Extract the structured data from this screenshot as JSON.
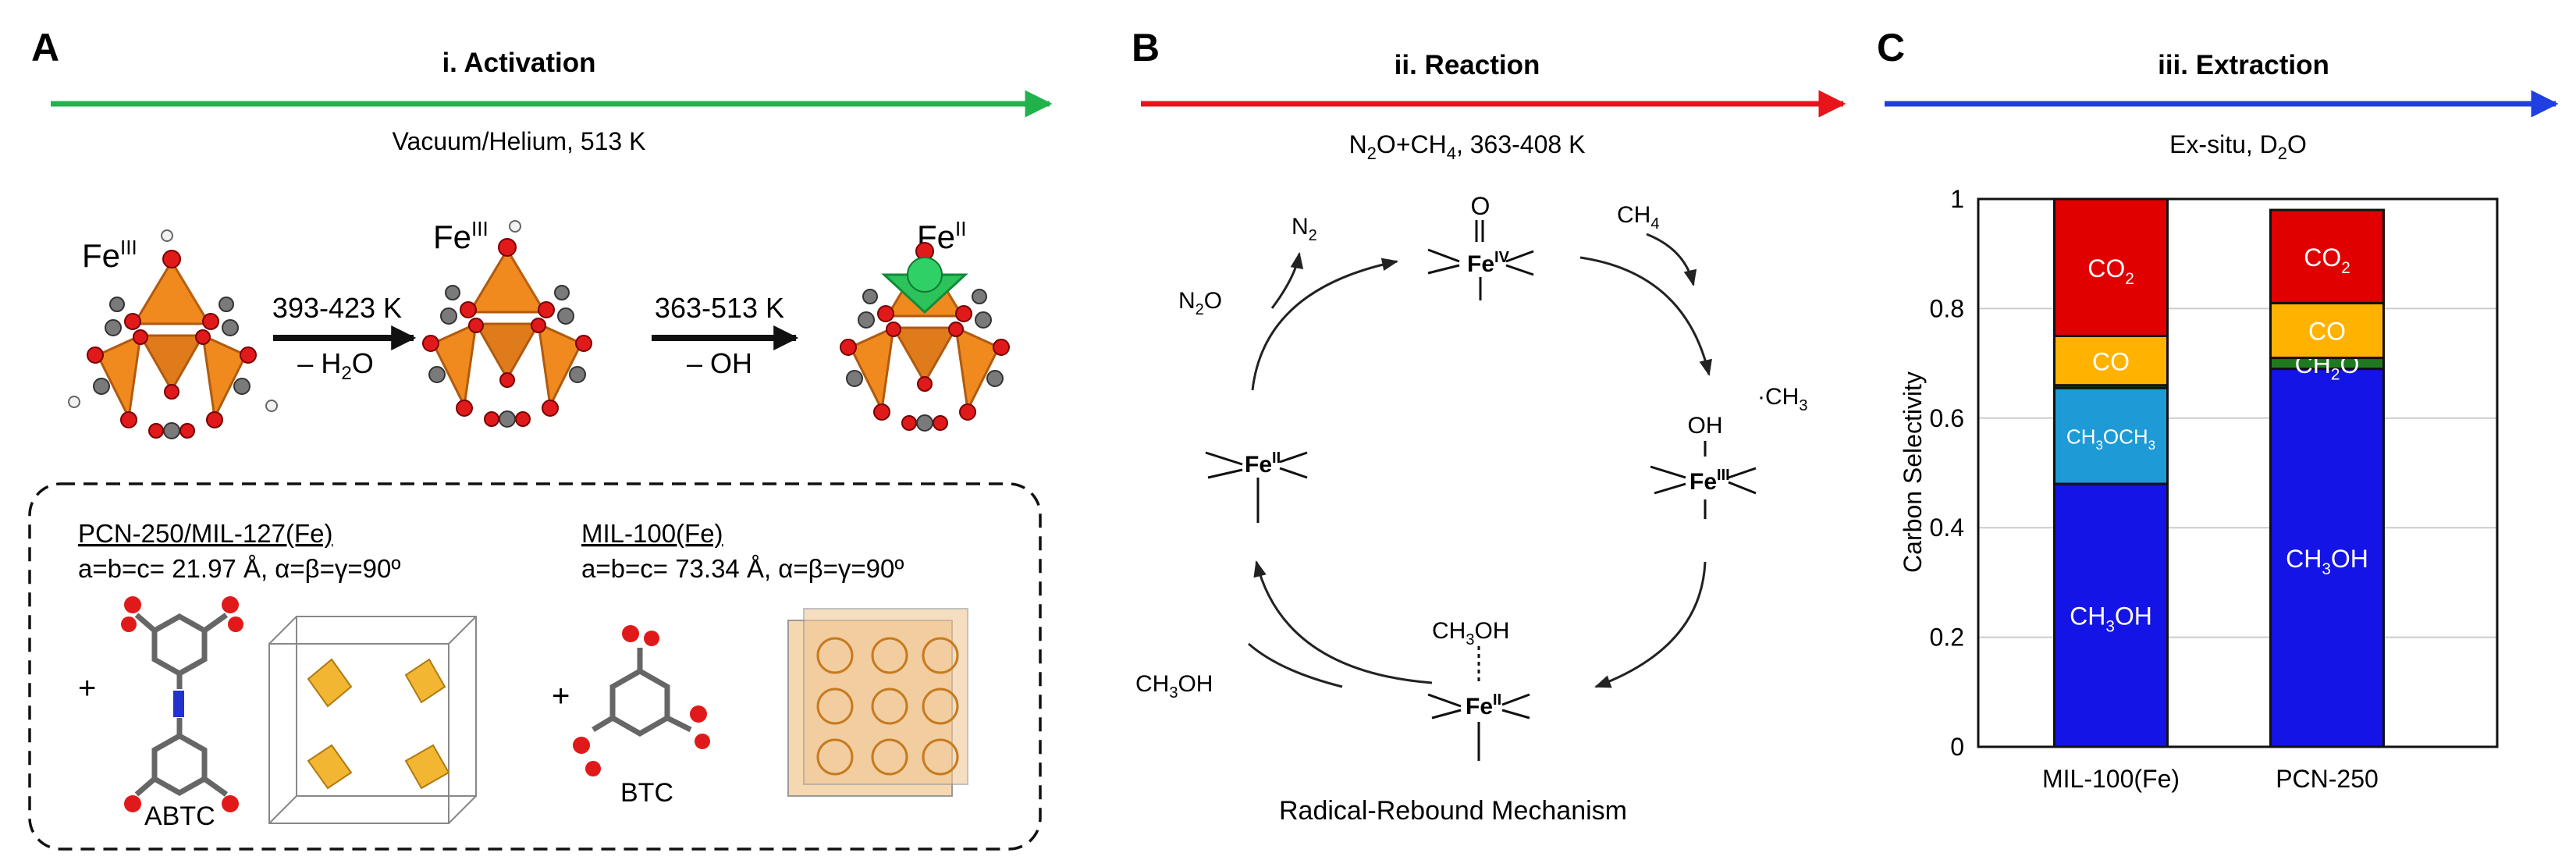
{
  "panels": {
    "a": {
      "letter": "A",
      "step": "i. Activation",
      "condition": "Vacuum/Helium, 513 K",
      "arrow_color": "#22b24c",
      "state1": {
        "fe": "Fe",
        "ox": "III"
      },
      "state2": {
        "fe": "Fe",
        "ox": "III"
      },
      "state3": {
        "fe": "Fe",
        "ox": "II"
      },
      "step1": {
        "temp": "393-423 K",
        "loss": "– H",
        "loss_sub": "2",
        "loss_end": "O"
      },
      "step2": {
        "temp": "363-513 K",
        "loss": "– OH"
      },
      "mof1": {
        "name": "PCN-250/MIL-127(Fe)",
        "cell": "a=b=c= 21.97 Å, α=β=γ=90º",
        "linker": "ABTC"
      },
      "mof2": {
        "name": "MIL-100(Fe)",
        "cell": "a=b=c= 73.34 Å, α=β=γ=90º",
        "linker": "BTC"
      },
      "plus": "+"
    },
    "b": {
      "letter": "B",
      "step": "ii. Reaction",
      "condition_pre": "N",
      "condition_sub1": "2",
      "condition_mid": "O+CH",
      "condition_sub2": "4",
      "condition_post": ", 363-408 K",
      "arrow_color": "#e8141c",
      "n2": "N",
      "n2_sub": "2",
      "n2o": "N",
      "n2o_sub": "2",
      "n2o_end": "O",
      "ch4": "CH",
      "ch4_sub": "4",
      "ch3_radical": "·CH",
      "ch3_sub": "3",
      "oxo_O": "O",
      "fe_iv": "Fe",
      "fe_iv_ox": "IV",
      "oh": "OH",
      "fe_iii": "Fe",
      "fe_iii_ox": "III",
      "ch3oh_bound": "CH",
      "ch3oh_bound_sub": "3",
      "ch3oh_bound_end": "OH",
      "fe_ii_bottom": "Fe",
      "fe_ii_bottom_ox": "II",
      "ch3oh_free": "CH",
      "ch3oh_free_sub": "3",
      "ch3oh_free_end": "OH",
      "fe_ii_left": "Fe",
      "fe_ii_left_ox": "II",
      "mechanism": "Radical-Rebound Mechanism"
    },
    "c": {
      "letter": "C",
      "step": "iii. Extraction",
      "condition_pre": "Ex-situ, D",
      "condition_sub": "2",
      "condition_post": "O",
      "arrow_color": "#1f3fe0"
    }
  },
  "chart_data": {
    "type": "bar",
    "stacked": true,
    "categories": [
      "MIL-100(Fe)",
      "PCN-250"
    ],
    "ylabel": "Carbon Selectivity",
    "ylim": [
      0,
      1
    ],
    "yticks": [
      "0",
      "0.2",
      "0.4",
      "0.6",
      "0.8",
      "1"
    ],
    "grid": true,
    "series": [
      {
        "name": "CH3OH",
        "label": "CH",
        "sub": "3",
        "end": "OH",
        "color": "#1414e6",
        "values": [
          0.48,
          0.69
        ]
      },
      {
        "name": "CH3OCH3",
        "label": "CH",
        "sub": "3",
        "end": "OCH",
        "sub2": "3",
        "color": "#1e9bd7",
        "values": [
          0.175,
          0.0
        ]
      },
      {
        "name": "CH2O",
        "label": "CH",
        "sub": "2",
        "end": "O",
        "color": "#1f7a1f",
        "values": [
          0.005,
          0.02
        ]
      },
      {
        "name": "CO",
        "label": "CO",
        "color": "#ffb300",
        "values": [
          0.09,
          0.1
        ]
      },
      {
        "name": "CO2",
        "label": "CO",
        "sub": "2",
        "color": "#e00000",
        "values": [
          0.25,
          0.17
        ]
      }
    ]
  }
}
